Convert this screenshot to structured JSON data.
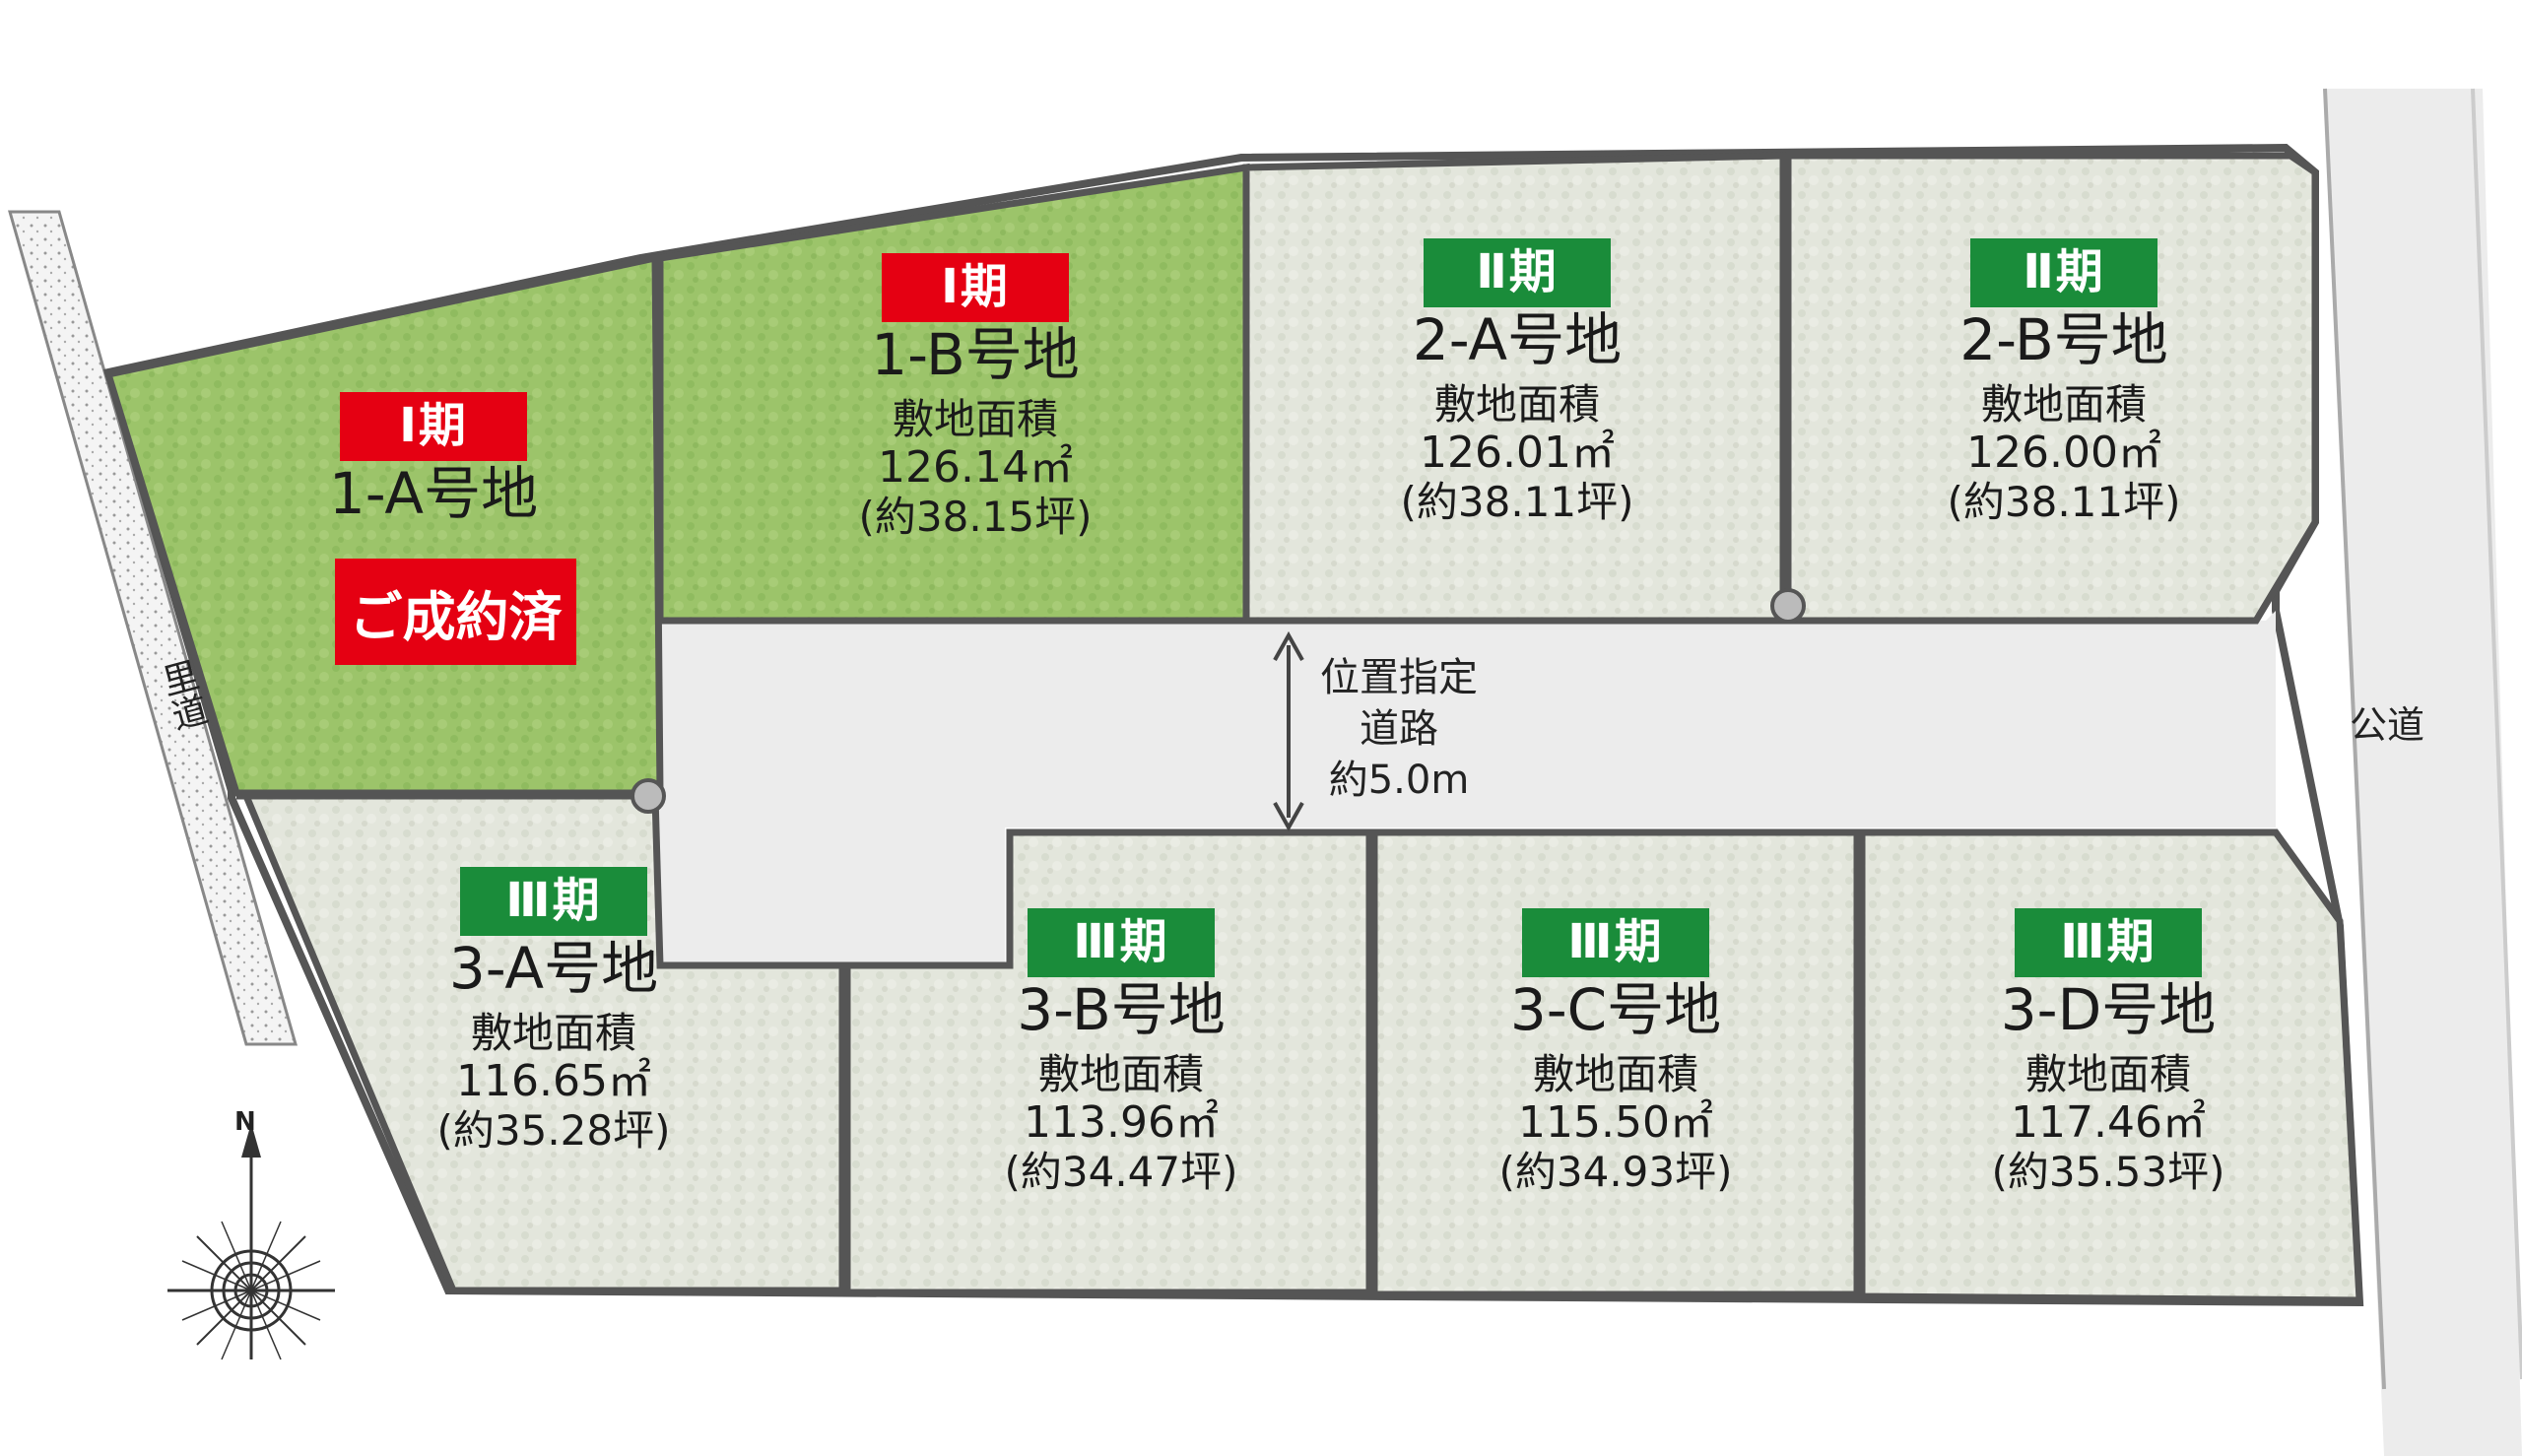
{
  "lots": [
    {
      "id": "1-A",
      "phase": "Ⅰ期",
      "phase_color": "#e50012",
      "name": "1-A号地",
      "status": "ご成約済"
    },
    {
      "id": "1-B",
      "phase": "Ⅰ期",
      "phase_color": "#e50012",
      "name": "1-B号地",
      "area_title": "敷地面積",
      "area": "126.14㎡",
      "tsubo": "(約38.15坪)"
    },
    {
      "id": "2-A",
      "phase": "Ⅱ期",
      "phase_color": "#1a8c3a",
      "name": "2-A号地",
      "area_title": "敷地面積",
      "area": "126.01㎡",
      "tsubo": "(約38.11坪)"
    },
    {
      "id": "2-B",
      "phase": "Ⅱ期",
      "phase_color": "#1a8c3a",
      "name": "2-B号地",
      "area_title": "敷地面積",
      "area": "126.00㎡",
      "tsubo": "(約38.11坪)"
    },
    {
      "id": "3-A",
      "phase": "Ⅲ期",
      "phase_color": "#1a8c3a",
      "name": "3-A号地",
      "area_title": "敷地面積",
      "area": "116.65㎡",
      "tsubo": "(約35.28坪)"
    },
    {
      "id": "3-B",
      "phase": "Ⅲ期",
      "phase_color": "#1a8c3a",
      "name": "3-B号地",
      "area_title": "敷地面積",
      "area": "113.96㎡",
      "tsubo": "(約34.47坪)"
    },
    {
      "id": "3-C",
      "phase": "Ⅲ期",
      "phase_color": "#1a8c3a",
      "name": "3-C号地",
      "area_title": "敷地面積",
      "area": "115.50㎡",
      "tsubo": "(約34.93坪)"
    },
    {
      "id": "3-D",
      "phase": "Ⅲ期",
      "phase_color": "#1a8c3a",
      "name": "3-D号地",
      "area_title": "敷地面積",
      "area": "117.46㎡",
      "tsubo": "(約35.53坪)"
    }
  ],
  "road": {
    "line1": "位置指定",
    "line2": "道路",
    "width": "約5.0m"
  },
  "public_road": "公道",
  "village_road": "里道",
  "compass_north": "N",
  "colors": {
    "sold_green": "#9cc46a",
    "available": "#e3e6dc",
    "outline": "#555555",
    "phase_red": "#e50012",
    "phase_green": "#1a8c3a"
  }
}
